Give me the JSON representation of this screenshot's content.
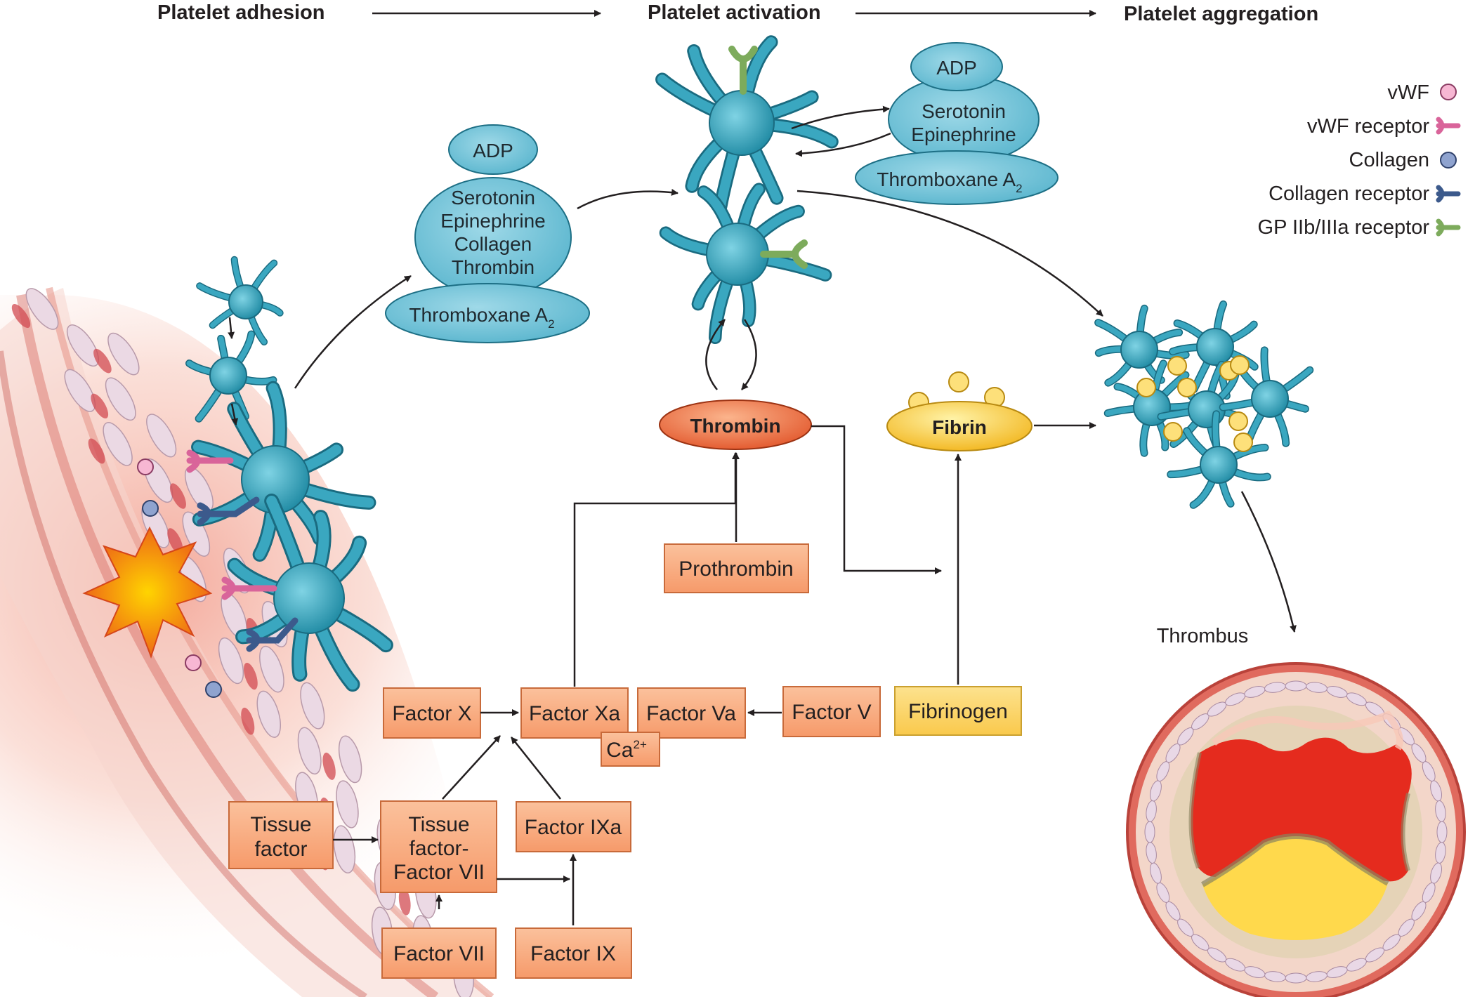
{
  "stages": [
    "Platelet adhesion",
    "Platelet activation",
    "Platelet aggregation"
  ],
  "legend": [
    {
      "label": "vWF",
      "color": "#f4a7c9",
      "kind": "dot"
    },
    {
      "label": "vWF receptor",
      "color": "#d9649a",
      "kind": "receptor"
    },
    {
      "label": "Collagen",
      "color": "#7f95c5",
      "kind": "dot"
    },
    {
      "label": "Collagen receptor",
      "color": "#3c5a8c",
      "kind": "receptor"
    },
    {
      "label": "GP IIb/IIIa receptor",
      "color": "#7dab5c",
      "kind": "receptor"
    }
  ],
  "mediators_left": {
    "adp": "ADP",
    "stack": [
      "Serotonin",
      "Epinephrine",
      "Collagen",
      "Thrombin"
    ],
    "txa": "Thromboxane A",
    "txa_sub": "2"
  },
  "mediators_right": {
    "adp": "ADP",
    "stack": [
      "Serotonin",
      "Epinephrine"
    ],
    "txa": "Thromboxane A",
    "txa_sub": "2"
  },
  "nodes": {
    "thrombin": "Thrombin",
    "fibrin": "Fibrin",
    "prothrombin": "Prothrombin",
    "fibrinogen": "Fibrinogen",
    "factor_x": "Factor X",
    "factor_xa": "Factor Xa",
    "factor_va": "Factor Va",
    "factor_v": "Factor V",
    "ca": "Ca",
    "ca_sup": "2+",
    "tissue_factor": [
      "Tissue",
      "factor"
    ],
    "tf_factor_vii": [
      "Tissue",
      "factor-",
      "Factor VII"
    ],
    "factor_ixa": "Factor IXa",
    "factor_vii": "Factor VII",
    "factor_ix": "Factor IX"
  },
  "thrombus_label": "Thrombus",
  "colors": {
    "platelet": "#2f9bb5",
    "mediator": "#6cc1d6",
    "box": "#f8a97a",
    "thrombin": "#ea6a3d",
    "fibrin": "#f7c531",
    "fibrinogen": "#fbd469"
  }
}
